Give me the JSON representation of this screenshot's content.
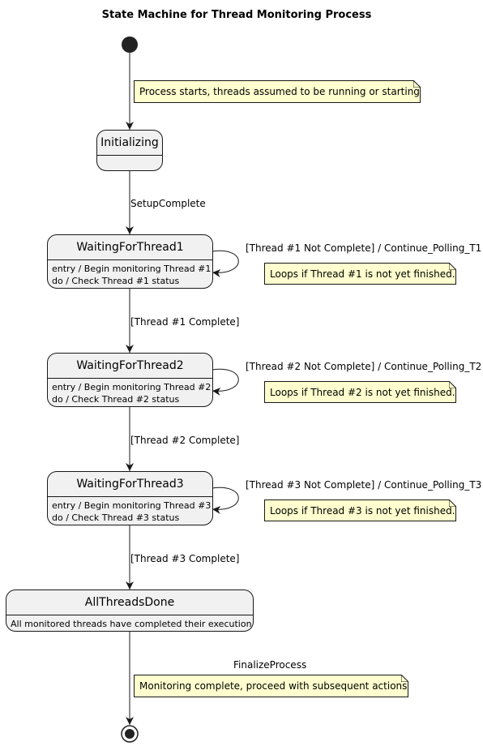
{
  "diagram": {
    "title": "State Machine for Thread Monitoring Process",
    "states": [
      {
        "name": "Initializing",
        "lines": []
      },
      {
        "name": "WaitingForThread1",
        "lines": [
          "entry / Begin monitoring Thread #1",
          "do / Check Thread #1 status"
        ]
      },
      {
        "name": "WaitingForThread2",
        "lines": [
          "entry / Begin monitoring Thread #2",
          "do / Check Thread #2 status"
        ]
      },
      {
        "name": "WaitingForThread3",
        "lines": [
          "entry / Begin monitoring Thread #3",
          "do / Check Thread #3 status"
        ]
      },
      {
        "name": "AllThreadsDone",
        "lines": [
          "All monitored threads have completed their execution."
        ]
      }
    ],
    "transitions": [
      "SetupComplete",
      "[Thread #1 Complete]",
      "[Thread #2 Complete]",
      "[Thread #3 Complete]",
      "FinalizeProcess"
    ],
    "self_loops": [
      "[Thread #1 Not Complete] / Continue_Polling_T1",
      "[Thread #2 Not Complete] / Continue_Polling_T2",
      "[Thread #3 Not Complete] / Continue_Polling_T3"
    ],
    "notes": [
      "Process starts, threads assumed to be running or starting.",
      "Loops if Thread #1 is not yet finished.",
      "Loops if Thread #2 is not yet finished.",
      "Loops if Thread #3 is not yet finished.",
      "Monitoring complete, proceed with subsequent actions."
    ],
    "colors": {
      "state_fill": "#f1f1f1",
      "note_fill": "#fefece",
      "stroke": "#181818"
    }
  }
}
